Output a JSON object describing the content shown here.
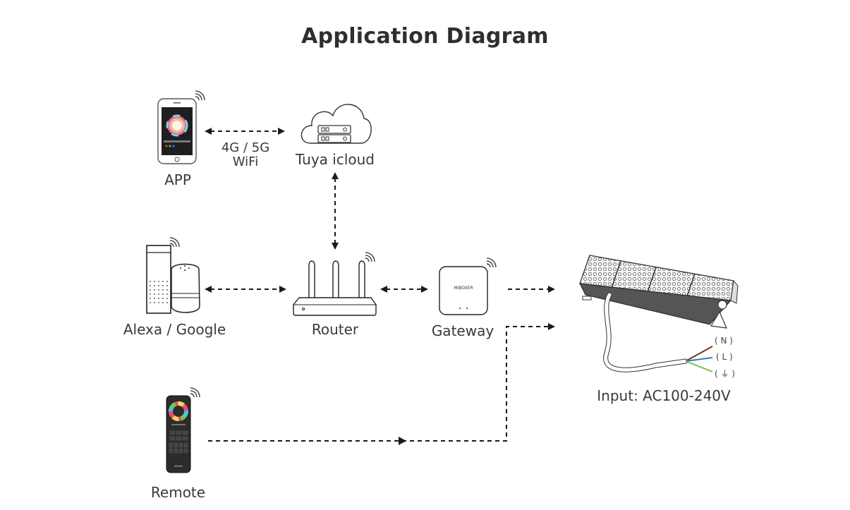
{
  "title": "Application Diagram",
  "nodes": {
    "app": {
      "label": "APP"
    },
    "cloud": {
      "label": "Tuya icloud"
    },
    "link_app_cloud": {
      "line1": "4G / 5G",
      "line2": "WiFi"
    },
    "alexa": {
      "label": "Alexa / Google"
    },
    "router": {
      "label": "Router"
    },
    "gateway": {
      "label": "Gateway",
      "brand": "MiBOXER"
    },
    "remote": {
      "label": "Remote"
    },
    "light": {
      "label": "Input: AC100-240V",
      "wires": [
        {
          "label": "( N )",
          "color": "#6b3a1f"
        },
        {
          "label": "( L )",
          "color": "#2f7fb5"
        },
        {
          "label": "( ⏚ )",
          "color": "#7cbf3a"
        }
      ]
    }
  },
  "colors": {
    "line": "#1a1a1a",
    "text": "#3a3a3a"
  }
}
